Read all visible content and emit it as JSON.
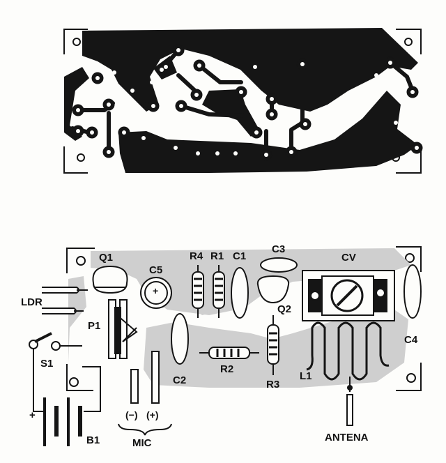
{
  "colors": {
    "ink": "#151515",
    "paper": "#fdfdfb",
    "board": "#cfcfcf"
  },
  "labels": {
    "q1": "Q1",
    "c5": "C5",
    "r4": "R4",
    "r1": "R1",
    "c1": "C1",
    "c3": "C3",
    "cv": "CV",
    "ldr": "LDR",
    "p1": "P1",
    "q2": "Q2",
    "s1": "S1",
    "c2": "C2",
    "r2": "R2",
    "r3": "R3",
    "l1": "L1",
    "c4": "C4",
    "plus_sign": "+",
    "b1": "B1",
    "mic_minus": "(−)",
    "mic_plus": "(+)",
    "mic": "MIC",
    "antenna": "ANTENA",
    "c5_polarity": "+"
  }
}
